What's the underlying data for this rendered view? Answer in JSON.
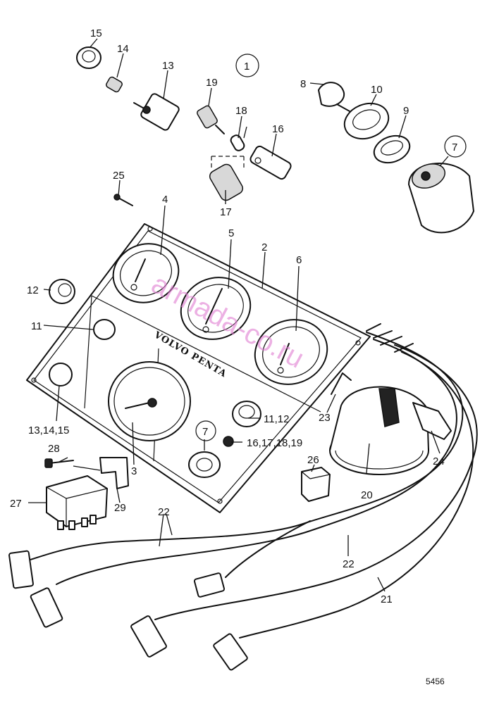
{
  "labels": {
    "l1": "1",
    "l2": "2",
    "l3": "3",
    "l4": "4",
    "l5": "5",
    "l6": "6",
    "l7a": "7",
    "l7b": "7",
    "l8": "8",
    "l9": "9",
    "l10": "10",
    "l11": "11",
    "l1112": "11,12",
    "l12": "12",
    "l13": "13",
    "l131415": "13,14,15",
    "l14": "14",
    "l15": "15",
    "l16": "16",
    "l16171819": "16,17,18,19",
    "l17": "17",
    "l18": "18",
    "l19": "19",
    "l20": "20",
    "l21": "21",
    "l22a": "22",
    "l22b": "22",
    "l23": "23",
    "l24": "24",
    "l25": "25",
    "l26": "26",
    "l27": "27",
    "l28": "28",
    "l29": "29"
  },
  "panel_brand": "VOLVO PENTA",
  "watermark": "armada-co.ru",
  "figure_ref": "5456"
}
